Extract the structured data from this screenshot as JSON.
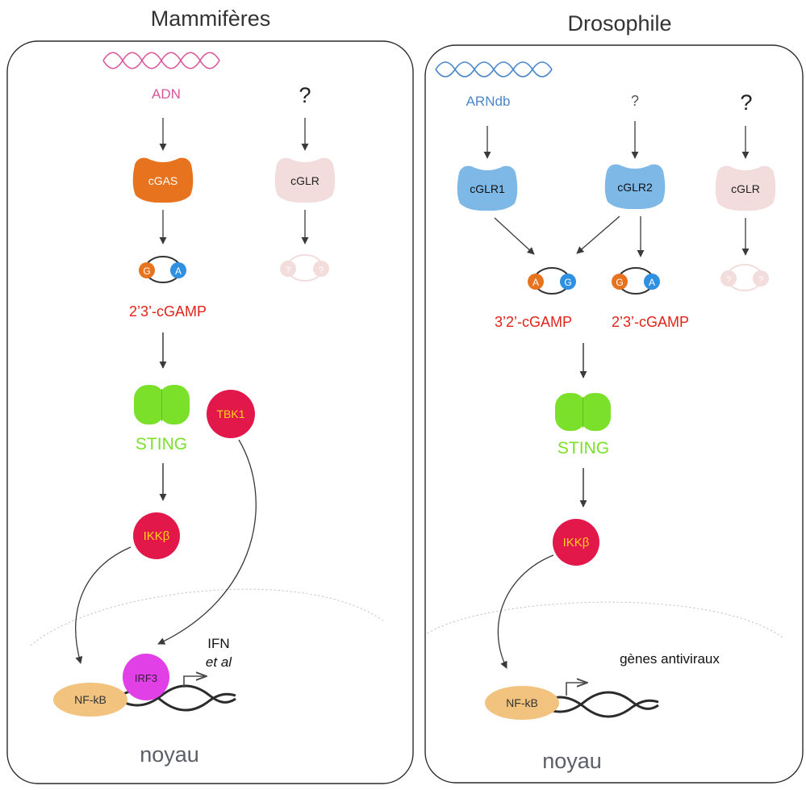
{
  "colors": {
    "dna_pink": "#d9559a",
    "rna_blue": "#4a86c8",
    "cgas_orange": "#e8731f",
    "enzyme_blue": "#7db8e6",
    "faded_pink": "#f2dcdc",
    "sting_green": "#7be02a",
    "kinase_red": "#e2174a",
    "kinase_text": "#ffd21a",
    "irf3_magenta": "#e040e6",
    "nfkb_peach": "#f2c27f",
    "cgamp_red": "#e2231a",
    "g_orange": "#e8731f",
    "a_blue": "#2f8fe0",
    "nucleus_gray": "#5a5f66"
  },
  "left_panel": {
    "title": "Mammifères",
    "dna_label": "ADN",
    "unknown_label": "?",
    "cgas": "cGAS",
    "cglr": "cGLR",
    "nucleotide_g": "G",
    "nucleotide_a": "A",
    "unknown_nucleotide": "?",
    "cgamp": "2’3’-cGAMP",
    "sting": "STING",
    "tbk1": "TBK1",
    "ikkb": "IKKβ",
    "irf3": "IRF3",
    "nfkb": "NF-kB",
    "target_line1": "IFN",
    "target_line2": "et al",
    "nucleus": "noyau"
  },
  "right_panel": {
    "title": "Drosophile",
    "rna_label": "ARNdb",
    "unknown_small": "?",
    "unknown_large": "?",
    "cglr1": "cGLR1",
    "cglr2": "cGLR2",
    "cglr": "cGLR",
    "nucleotide_a": "A",
    "nucleotide_g": "G",
    "unknown_nucleotide": "?",
    "cgamp_32": "3’2’-cGAMP",
    "cgamp_23": "2’3’-cGAMP",
    "sting": "STING",
    "ikkb": "IKKβ",
    "nfkb": "NF-kB",
    "target": "gènes antiviraux",
    "nucleus": "noyau"
  }
}
